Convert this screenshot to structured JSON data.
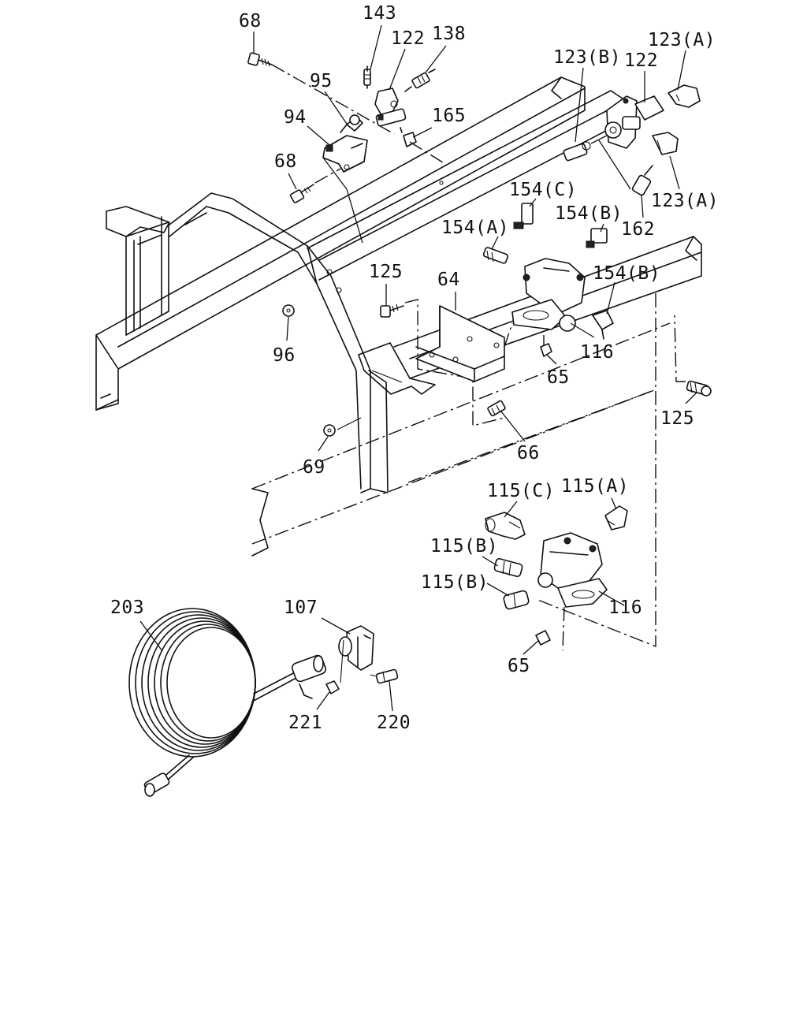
{
  "callouts": [
    {
      "id": "c68a",
      "text": "68"
    },
    {
      "id": "c143",
      "text": "143"
    },
    {
      "id": "c122a",
      "text": "122"
    },
    {
      "id": "c138",
      "text": "138"
    },
    {
      "id": "c95",
      "text": "95"
    },
    {
      "id": "c94",
      "text": "94"
    },
    {
      "id": "c165",
      "text": "165"
    },
    {
      "id": "c68b",
      "text": "68"
    },
    {
      "id": "c123b",
      "text": "123(B)"
    },
    {
      "id": "c122b",
      "text": "122"
    },
    {
      "id": "c123a1",
      "text": "123(A)"
    },
    {
      "id": "c123a2",
      "text": "123(A)"
    },
    {
      "id": "c162",
      "text": "162"
    },
    {
      "id": "c154c",
      "text": "154(C)"
    },
    {
      "id": "c154b1",
      "text": "154(B)"
    },
    {
      "id": "c154a",
      "text": "154(A)"
    },
    {
      "id": "c154b2",
      "text": "154(B)"
    },
    {
      "id": "c125a",
      "text": "125"
    },
    {
      "id": "c64",
      "text": "64"
    },
    {
      "id": "c116a",
      "text": "116"
    },
    {
      "id": "c96",
      "text": "96"
    },
    {
      "id": "c65a",
      "text": "65"
    },
    {
      "id": "c125b",
      "text": "125"
    },
    {
      "id": "c66",
      "text": "66"
    },
    {
      "id": "c69",
      "text": "69"
    },
    {
      "id": "c115c",
      "text": "115(C)"
    },
    {
      "id": "c115a",
      "text": "115(A)"
    },
    {
      "id": "c115b1",
      "text": "115(B)"
    },
    {
      "id": "c115b2",
      "text": "115(B)"
    },
    {
      "id": "c116b",
      "text": "116"
    },
    {
      "id": "c203",
      "text": "203"
    },
    {
      "id": "c107",
      "text": "107"
    },
    {
      "id": "c65b",
      "text": "65"
    },
    {
      "id": "c221",
      "text": "221"
    },
    {
      "id": "c220",
      "text": "220"
    }
  ]
}
